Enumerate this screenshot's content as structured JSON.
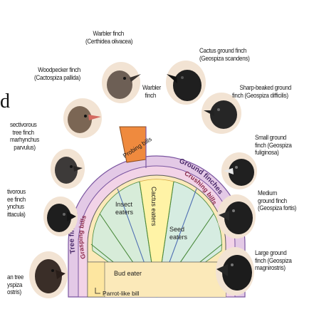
{
  "sectors": {
    "tree_finches": "Tree finches",
    "ground_finches": "Ground finches",
    "grasping_bills": "Grasping bills",
    "probing_bills": "Probing bills",
    "crushing_bills": "Crushing bills",
    "cactus_eaters": "Cactus eaters",
    "insect_eaters": [
      "Insect",
      "eaters"
    ],
    "seed_eaters": [
      "Seed",
      "eaters"
    ],
    "bud_eater": "Bud eater",
    "parrot_like_bill": "Parrot-like bill"
  },
  "species_labels": {
    "warbler_finch_top": [
      "Warbler finch",
      "(Certhidea olivacea)"
    ],
    "woodpecker_finch": [
      "Woodpecker finch",
      "(Cactospiza pallida)"
    ],
    "warbler_finch_mid": [
      "Warbler",
      "finch"
    ],
    "cactus_ground_finch": [
      "Cactus ground finch",
      "(Geospiza scandens)"
    ],
    "sharp_beaked": [
      "Sharp-beaked ground",
      "finch (Geospiza difficilis)"
    ],
    "small_insectivorous": [
      "sectivorous",
      "tree finch",
      "marhynchus",
      "parvulus)"
    ],
    "large_insectivorous": [
      "tivorous",
      "ee finch",
      "ynchus",
      "ittacula)"
    ],
    "vegetarian": [
      "an tree",
      "yspiza",
      "ostris)"
    ],
    "small_ground": [
      "Small ground",
      "finch (Geospiza",
      "fuliginosa)"
    ],
    "medium_ground": [
      "Medium",
      "ground finch",
      "(Geospiza fortis)"
    ],
    "large_ground": [
      "Large ground",
      "finch (Geospiza",
      "magnirostris)"
    ]
  },
  "edge_glyph": "d",
  "colors": {
    "lavender": "#e3c9e6",
    "orange": "#ef8a3e",
    "cream": "#fbe9b9",
    "yellow": "#fff3a6",
    "teal": "#d6ece1",
    "green_line": "#4a8a3c",
    "blue_line": "#4f6fb3",
    "purple_line": "#7a55a0"
  }
}
